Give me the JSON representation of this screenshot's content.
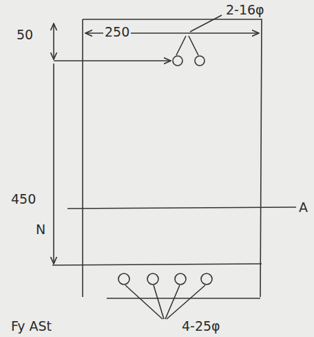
{
  "diagram": {
    "labels": [
      "250",
      "2-16φ",
      "50",
      "450",
      "N",
      "A",
      "Fy ASt",
      "4-25φ"
    ]
  }
}
